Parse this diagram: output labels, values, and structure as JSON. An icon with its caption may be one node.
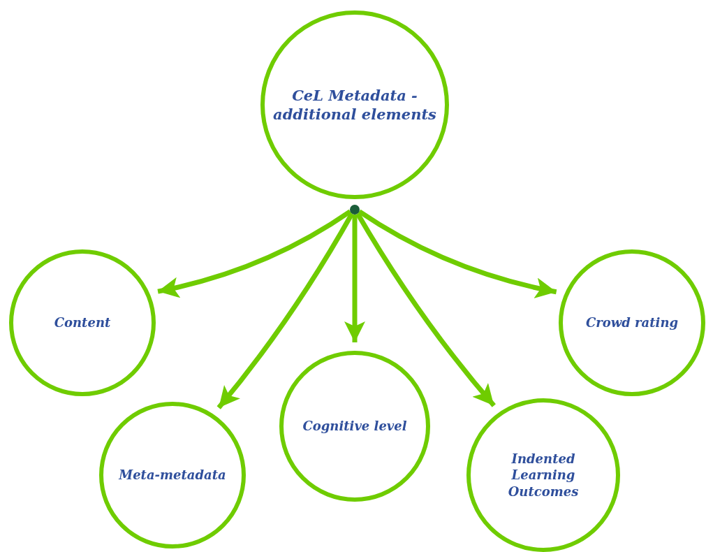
{
  "diagram": {
    "nodes": [
      {
        "text": [
          "CeL Metadata - additional elements"
        ]
      },
      {
        "text": [],
        "shape": "circle"
      },
      {
        "text": [
          "Content"
        ]
      },
      {
        "text": [
          "Meta-metadata"
        ]
      },
      {
        "text": [
          "Cognitive level"
        ]
      },
      {
        "text": [
          "Indented Learning Outcomes"
        ]
      },
      {
        "text": [
          "Crowd rating"
        ]
      }
    ],
    "edges": [
      {
        "from": 1,
        "to": 2,
        "arrow": "to"
      },
      {
        "from": 1,
        "to": 3,
        "arrow": "to"
      },
      {
        "from": 1,
        "to": 4,
        "arrow": "to"
      },
      {
        "from": 1,
        "to": 5,
        "arrow": "to"
      },
      {
        "from": 1,
        "to": 6,
        "arrow": "to"
      }
    ]
  }
}
